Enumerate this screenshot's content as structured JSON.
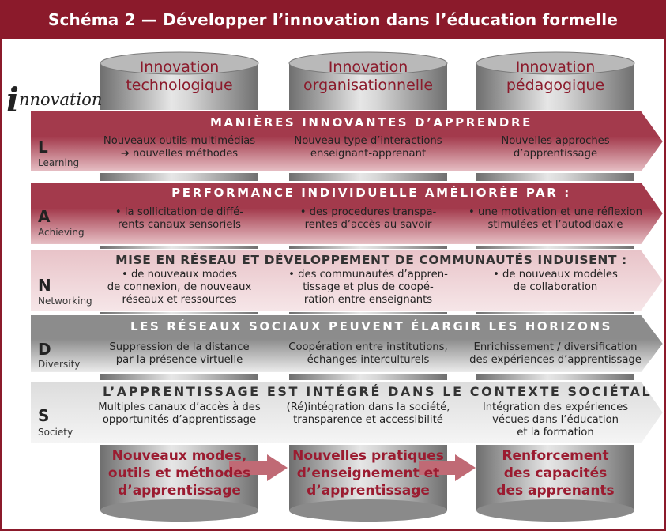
{
  "title": "Schéma 2 — Développer l’innovation dans l’éducation formelle",
  "innovation_label": "innovation",
  "columns": [
    {
      "line1": "Innovation",
      "line2": "technologique"
    },
    {
      "line1": "Innovation",
      "line2": "organisationnelle"
    },
    {
      "line1": "Innovation",
      "line2": "pédagogique"
    }
  ],
  "rows": [
    {
      "letter": "L",
      "label": "Learning",
      "heading": "MANIÈRES INNOVANTES D’APPRENDRE",
      "cells": [
        {
          "l1": "Nouveaux outils multimédias",
          "l2": "➔ nouvelles méthodes",
          "l3": ""
        },
        {
          "l1": "Nouveau type d’interactions",
          "l2": "enseignant-apprenant",
          "l3": ""
        },
        {
          "l1": "Nouvelles approches",
          "l2": "d’apprentissage",
          "l3": ""
        }
      ]
    },
    {
      "letter": "A",
      "label": "Achieving",
      "heading": "PERFORMANCE INDIVIDUELLE AMÉLIORÉE PAR :",
      "cells": [
        {
          "l1": "• la sollicitation de diffé-",
          "l2": "rents canaux sensoriels",
          "l3": ""
        },
        {
          "l1": "• des procedures transpa-",
          "l2": "rentes d’accès au savoir",
          "l3": ""
        },
        {
          "l1": "• une motivation et une réflexion",
          "l2": "stimulées et l’autodidaxie",
          "l3": ""
        }
      ]
    },
    {
      "letter": "N",
      "label": "Networking",
      "heading": "MISE EN RÉSEAU ET DÉVELOPPEMENT DE COMMUNAUTÉS INDUISENT :",
      "cells": [
        {
          "l1": "• de nouveaux modes",
          "l2": "de connexion, de nouveaux",
          "l3": "réseaux et ressources"
        },
        {
          "l1": "• des communautés d’appren-",
          "l2": "tissage et plus de coopé-",
          "l3": "ration entre enseignants"
        },
        {
          "l1": "• de nouveaux modèles",
          "l2": "de collaboration",
          "l3": ""
        }
      ]
    },
    {
      "letter": "D",
      "label": "Diversity",
      "heading": "LES RÉSEAUX SOCIAUX PEUVENT ÉLARGIR LES HORIZONS",
      "cells": [
        {
          "l1": "Suppression de la distance",
          "l2": "par la présence virtuelle",
          "l3": ""
        },
        {
          "l1": "Coopération entre institutions,",
          "l2": "échanges interculturels",
          "l3": ""
        },
        {
          "l1": "Enrichissement / diversification",
          "l2": "des expériences d’apprentissage",
          "l3": ""
        }
      ]
    },
    {
      "letter": "S",
      "label": "Society",
      "heading": "L’APPRENTISSAGE EST INTÉGRÉ DANS LE CONTEXTE SOCIÉTAL",
      "cells": [
        {
          "l1": "Multiples canaux d’accès à des",
          "l2": "opportunités d’apprentissage",
          "l3": ""
        },
        {
          "l1": "(Ré)intégration dans la société,",
          "l2": "transparence et accessibilité",
          "l3": ""
        },
        {
          "l1": "Intégration des expériences",
          "l2": "vécues dans l’éducation",
          "l3": "et la formation"
        }
      ]
    }
  ],
  "outcomes": [
    {
      "l1": "Nouveaux modes,",
      "l2": "outils et méthodes",
      "l3": "d’apprentissage"
    },
    {
      "l1": "Nouvelles pratiques",
      "l2": "d’enseignement et",
      "l3": "d’apprentissage"
    },
    {
      "l1": "Renforcement",
      "l2": "des capacités",
      "l3": "des apprenants"
    }
  ],
  "colors": {
    "brand": "#8b1a2b",
    "red_band": "#a33a4c",
    "red_band_light": "#e8c3c8",
    "grey_band": "#8c8c8c",
    "grey_band_light": "#eeeeee",
    "cylinder_dark": "#6f6f6f",
    "cylinder_light": "#e6e6e6",
    "outcome_text": "#9b1b30",
    "connector_arrow": "#c06a75"
  }
}
